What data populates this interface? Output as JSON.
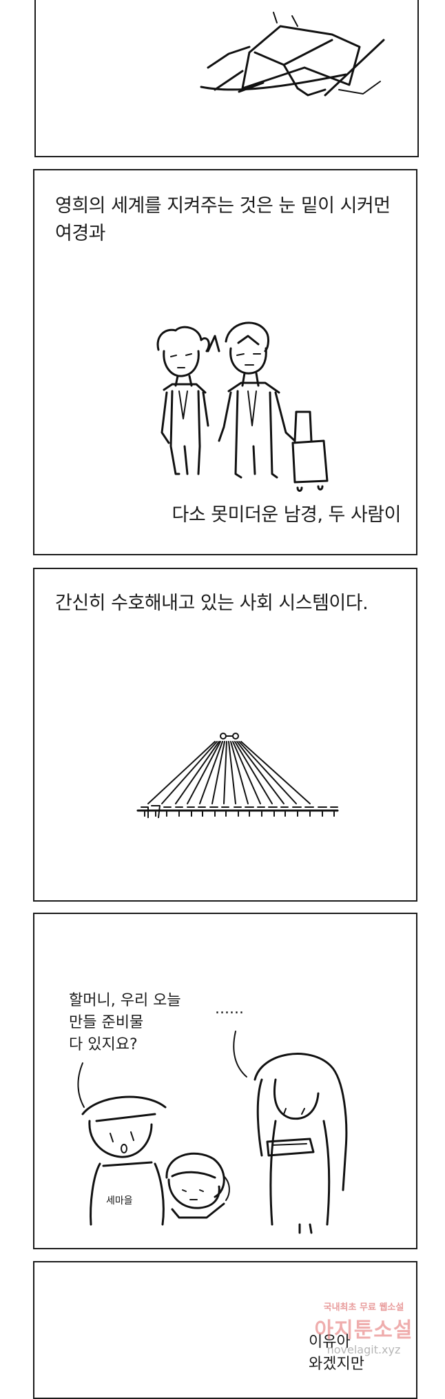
{
  "panels": {
    "p2": {
      "caption_top": "영희의 세계를 지켜주는 것은 눈 밑이 시커먼\n여경과",
      "caption_bottom": "다소 못미더운 남경, 두 사람이"
    },
    "p3": {
      "caption_top": "간신히 수호해내고 있는 사회 시스템이다."
    },
    "p4": {
      "speech_child": "할머니, 우리 오늘\n만들 준비물\n다 있지요?",
      "speech_woman": "......",
      "shirt_text": "세마을"
    },
    "p5": {
      "speech_partial": "이유아\n와겠지만"
    }
  },
  "watermark": {
    "top": "국내최초 무료 웹소설",
    "middle": "아지툰소설",
    "bottom": "novelagit.xyz"
  }
}
